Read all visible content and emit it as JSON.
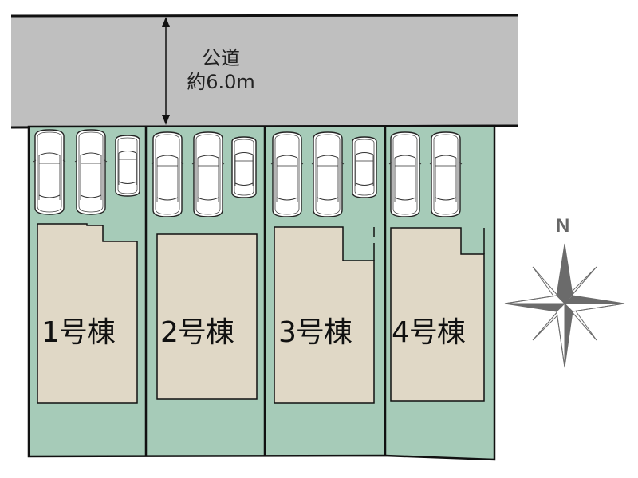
{
  "road": {
    "name": "公道",
    "width": "約6.0m",
    "color": "#bfbfbf"
  },
  "compass": {
    "label": "N",
    "color": "#6b6b6b"
  },
  "colors": {
    "lot_fill": "#a6cbb8",
    "house_fill": "#e0d8c6",
    "outline": "#111111",
    "car_fill": "#ffffff"
  },
  "lots": [
    {
      "label": "1号棟",
      "parking_spaces": 3
    },
    {
      "label": "2号棟",
      "parking_spaces": 3
    },
    {
      "label": "3号棟",
      "parking_spaces": 3
    },
    {
      "label": "4号棟",
      "parking_spaces": 2
    }
  ]
}
